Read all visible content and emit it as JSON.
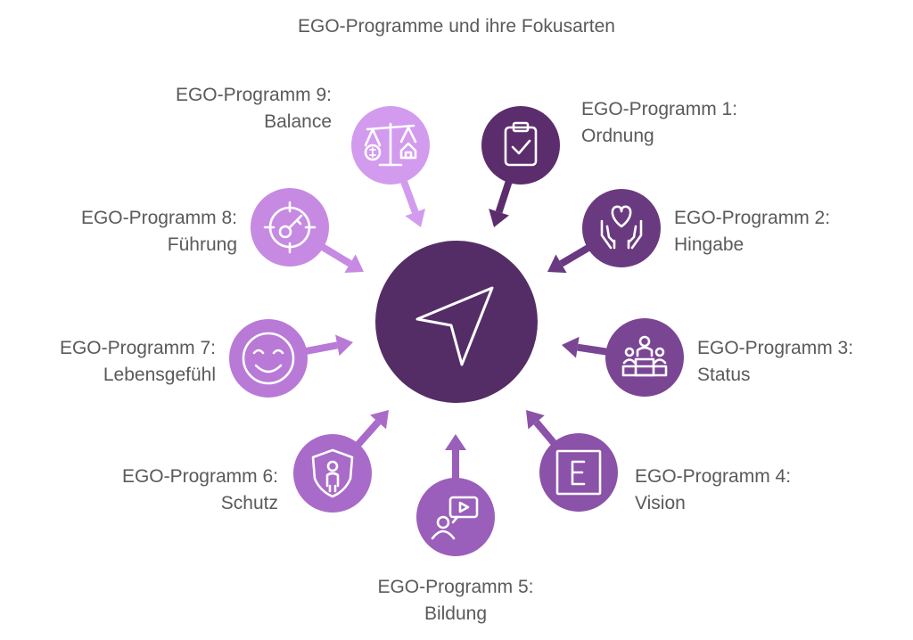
{
  "title": "EGO-Programme und ihre Fokusarten",
  "center": {
    "icon": "navigation-arrow-icon",
    "color": "#542d66"
  },
  "programs": [
    {
      "name": "EGO-Programm 1:",
      "focus": "Ordnung",
      "icon": "clipboard-check-icon",
      "color": "#5c2d6c"
    },
    {
      "name": "EGO-Programm 2:",
      "focus": "Hingabe",
      "icon": "hands-heart-icon",
      "color": "#6a3a80"
    },
    {
      "name": "EGO-Programm 3:",
      "focus": "Status",
      "icon": "podium-icon",
      "color": "#7a4694"
    },
    {
      "name": "EGO-Programm 4:",
      "focus": "Vision",
      "icon": "framed-e-icon",
      "color": "#8a52a8"
    },
    {
      "name": "EGO-Programm 5:",
      "focus": "Bildung",
      "icon": "video-teacher-icon",
      "color": "#9a5fba"
    },
    {
      "name": "EGO-Programm 6:",
      "focus": "Schutz",
      "icon": "shield-person-icon",
      "color": "#a96bc9"
    },
    {
      "name": "EGO-Programm 7:",
      "focus": "Lebensgefühl",
      "icon": "smiley-icon",
      "color": "#b87ad6"
    },
    {
      "name": "EGO-Programm 8:",
      "focus": "Führung",
      "icon": "target-key-icon",
      "color": "#c68ae2"
    },
    {
      "name": "EGO-Programm 9:",
      "focus": "Balance",
      "icon": "scale-icon",
      "color": "#d39bee"
    }
  ]
}
